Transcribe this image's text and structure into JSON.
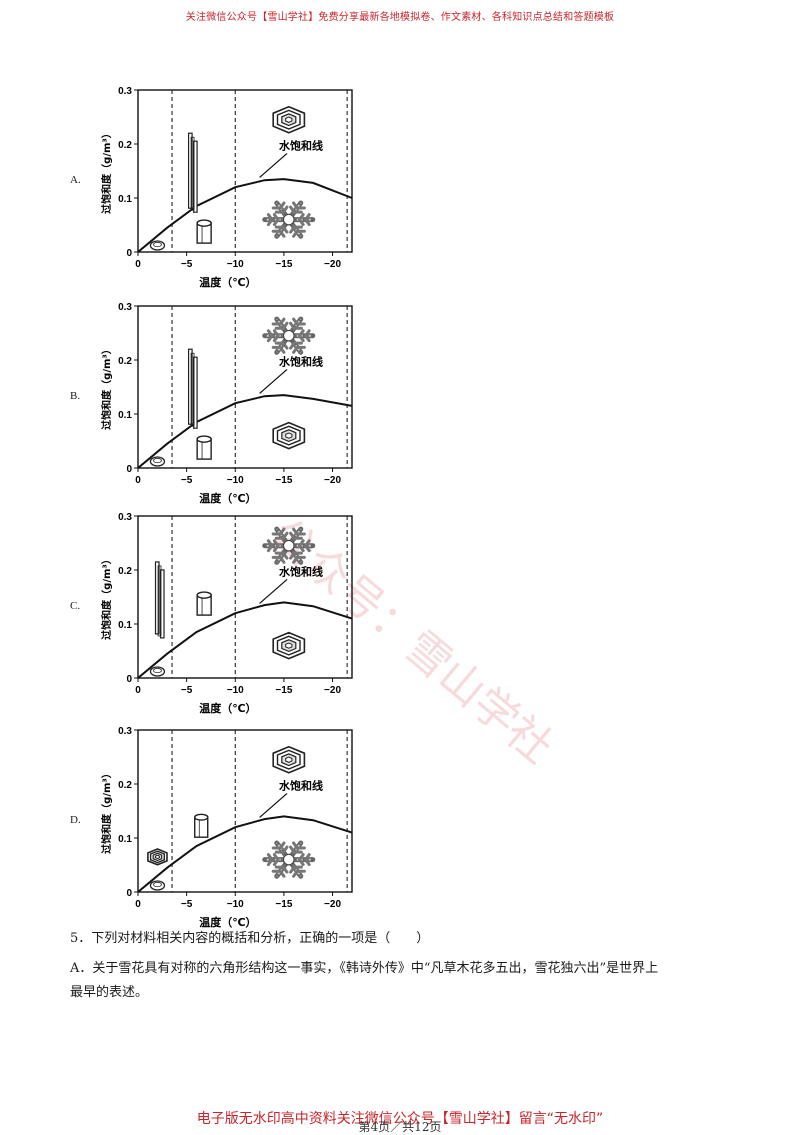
{
  "header": {
    "banner": "关注微信公众号【雪山学社】免费分享最新各地模拟卷、作文素材、各科知识点总结和答题模板"
  },
  "watermark": "公众号：雪山学社",
  "options": [
    {
      "letter": "A.",
      "top_crystal": "hexagonal-plate",
      "bottom_crystal": "dendrite"
    },
    {
      "letter": "B.",
      "top_crystal": "dendrite",
      "bottom_crystal": "hexagonal-plate"
    },
    {
      "letter": "C.",
      "top_crystal": "dendrite",
      "bottom_crystal": "hexagonal-plate"
    },
    {
      "letter": "D.",
      "top_crystal": "hexagonal-plate",
      "bottom_crystal": "dendrite"
    }
  ],
  "chart_common": {
    "ylabel": "过饱和度（g/m³）",
    "xlabel": "温度（℃）",
    "curve_label": "水饱和线",
    "yticks": [
      "0",
      "0.1",
      "0.2",
      "0.3"
    ],
    "xticks": [
      "0",
      "−5",
      "−10",
      "−15",
      "−20"
    ]
  },
  "chart_data": [
    {
      "type": "line",
      "xlabel": "温度（℃）",
      "ylabel": "过饱和度（g/m³）",
      "x_ticks": [
        0,
        -5,
        -10,
        -15,
        -20
      ],
      "y_ticks": [
        0,
        0.1,
        0.2,
        0.3
      ],
      "xlim": [
        0,
        -22
      ],
      "ylim": [
        0,
        0.3
      ],
      "annotations": [
        "水饱和线"
      ],
      "series": [
        {
          "name": "水饱和线",
          "x": [
            0,
            -3,
            -6,
            -10,
            -13,
            -15,
            -18,
            -22
          ],
          "y": [
            0,
            0.045,
            0.085,
            0.12,
            0.133,
            0.135,
            0.128,
            0.1
          ]
        }
      ],
      "regions": [
        -3.5,
        -10,
        -21.5
      ]
    },
    {
      "type": "line",
      "xlabel": "温度（℃）",
      "ylabel": "过饱和度（g/m³）",
      "x_ticks": [
        0,
        -5,
        -10,
        -15,
        -20
      ],
      "y_ticks": [
        0,
        0.1,
        0.2,
        0.3
      ],
      "xlim": [
        0,
        -22
      ],
      "ylim": [
        0,
        0.3
      ],
      "annotations": [
        "水饱和线"
      ],
      "series": [
        {
          "name": "水饱和线",
          "x": [
            0,
            -3,
            -6,
            -10,
            -13,
            -15,
            -18,
            -22
          ],
          "y": [
            0,
            0.045,
            0.085,
            0.12,
            0.133,
            0.135,
            0.128,
            0.115
          ]
        }
      ],
      "regions": [
        -3.5,
        -10,
        -21.5
      ]
    },
    {
      "type": "line",
      "xlabel": "温度（℃）",
      "ylabel": "过饱和度（g/m³）",
      "x_ticks": [
        0,
        -5,
        -10,
        -15,
        -20
      ],
      "y_ticks": [
        0,
        0.1,
        0.2,
        0.3
      ],
      "xlim": [
        0,
        -22
      ],
      "ylim": [
        0,
        0.3
      ],
      "annotations": [
        "水饱和线"
      ],
      "series": [
        {
          "name": "水饱和线",
          "x": [
            0,
            -3,
            -6,
            -10,
            -13,
            -15,
            -18,
            -22
          ],
          "y": [
            0,
            0.045,
            0.085,
            0.12,
            0.135,
            0.14,
            0.133,
            0.11
          ]
        }
      ],
      "regions": [
        -3.5,
        -10,
        -21.5
      ]
    },
    {
      "type": "line",
      "xlabel": "温度（℃）",
      "ylabel": "过饱和度（g/m³）",
      "x_ticks": [
        0,
        -5,
        -10,
        -15,
        -20
      ],
      "y_ticks": [
        0,
        0.1,
        0.2,
        0.3
      ],
      "xlim": [
        0,
        -22
      ],
      "ylim": [
        0,
        0.3
      ],
      "annotations": [
        "水饱和线"
      ],
      "series": [
        {
          "name": "水饱和线",
          "x": [
            0,
            -3,
            -6,
            -10,
            -13,
            -15,
            -18,
            -22
          ],
          "y": [
            0,
            0.045,
            0.085,
            0.12,
            0.135,
            0.14,
            0.133,
            0.11
          ]
        }
      ],
      "regions": [
        -3.5,
        -10,
        -21.5
      ]
    }
  ],
  "question": {
    "stem": "5．下列对材料相关内容的概括和分析，正确的一项是（　　）",
    "option_a_line1": "A．关于雪花具有对称的六角形结构这一事实，《韩诗外传》中“凡草木花多五出，雪花独六出”是世界上",
    "option_a_line2": "最早的表述。"
  },
  "footer": {
    "promo": "电子版无水印高中资料关注微信公众号【雪山学社】留言“无水印”",
    "page": "第4页／共12页"
  }
}
